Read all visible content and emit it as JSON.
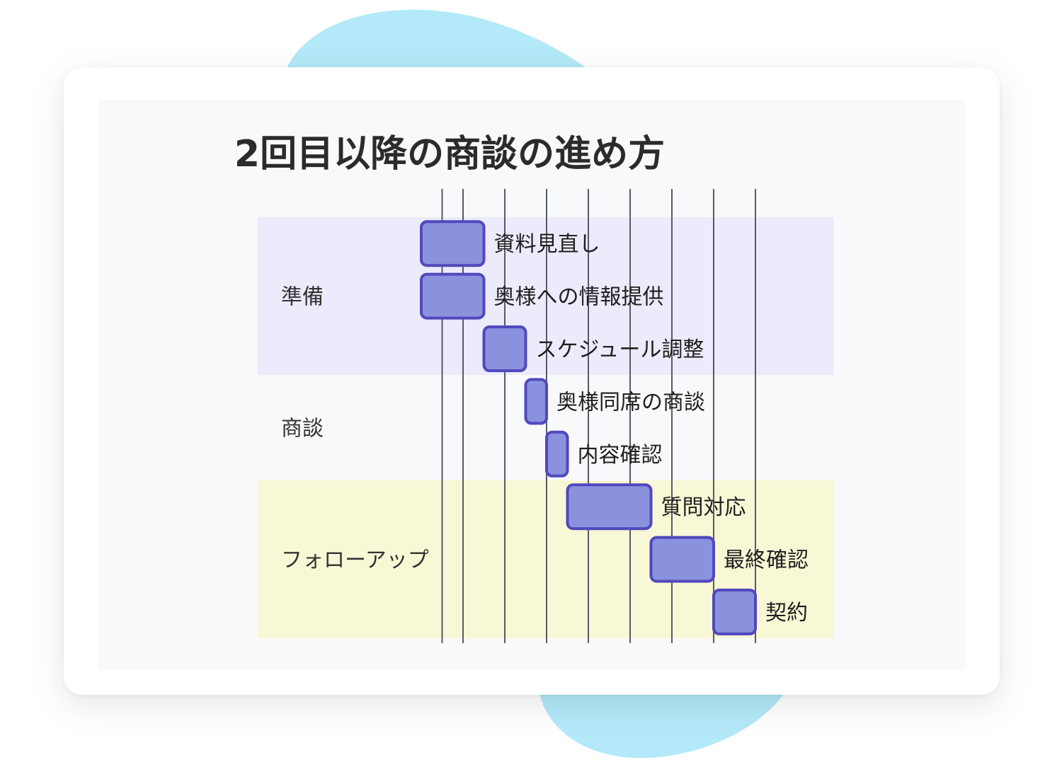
{
  "colors": {
    "blob": "#b3e9f8",
    "card_background": "#ffffff",
    "panel_background": "#f8f9fb",
    "bar_fill": "#8a91dd",
    "bar_stroke": "#5148bd",
    "gridline": "#555a66",
    "section_bands": [
      "#ebebfb",
      "#f8f9fb",
      "#f8f8d6"
    ]
  },
  "chart_data": {
    "type": "gantt",
    "title": "2回目以降の商談の進め方",
    "sections": [
      {
        "name": "準備",
        "task_count": 3
      },
      {
        "name": "商談",
        "task_count": 2
      },
      {
        "name": "フォローアップ",
        "task_count": 3
      }
    ],
    "tasks": [
      {
        "name": "資料見直し",
        "section": "準備",
        "start": 0,
        "end": 1.5
      },
      {
        "name": "奥様への情報提供",
        "section": "準備",
        "start": 0,
        "end": 1.5
      },
      {
        "name": "スケジュール調整",
        "section": "準備",
        "start": 1.5,
        "end": 2.5
      },
      {
        "name": "奥様同席の商談",
        "section": "商談",
        "start": 2.5,
        "end": 3
      },
      {
        "name": "内容確認",
        "section": "商談",
        "start": 3,
        "end": 3.5
      },
      {
        "name": "質問対応",
        "section": "フォローアップ",
        "start": 3.5,
        "end": 5.5
      },
      {
        "name": "最終確認",
        "section": "フォローアップ",
        "start": 5.5,
        "end": 7
      },
      {
        "name": "契約",
        "section": "フォローアップ",
        "start": 7,
        "end": 8
      }
    ],
    "gridlines": [
      0.5,
      1,
      2,
      3,
      4,
      5,
      6,
      7,
      8
    ],
    "xlim": [
      0,
      8
    ],
    "grid": true,
    "legend": "none"
  }
}
